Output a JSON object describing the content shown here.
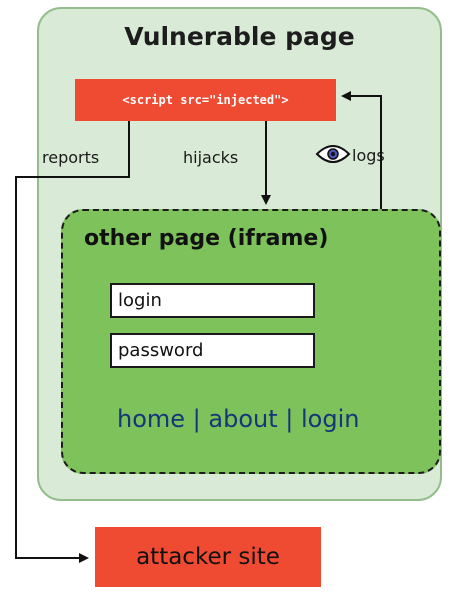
{
  "outer": {
    "title": "Vulnerable page"
  },
  "script_tag": {
    "text": "<script src=\"injected\">"
  },
  "inner": {
    "title": "other page (iframe)",
    "login_field": "login",
    "password_field": "password",
    "nav": {
      "home": "home",
      "separator": " | ",
      "about": "about",
      "login": "login"
    }
  },
  "edges": {
    "reports": "reports",
    "hijacks": "hijacks",
    "logs": "logs"
  },
  "attacker": {
    "label": "attacker site"
  },
  "icons": [
    "eye-icon"
  ],
  "colors": {
    "outer_fill": "#d9ead6",
    "inner_fill": "#7dc25a",
    "red": "#ef4a32",
    "link_blue": "#15367a"
  }
}
